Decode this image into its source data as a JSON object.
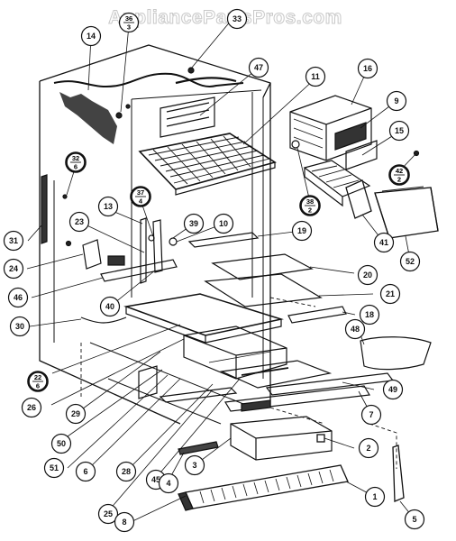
{
  "watermark": "AppliancePartsPros.com",
  "callouts": [
    {
      "id": "c-14",
      "label": "14",
      "style": "outline"
    },
    {
      "id": "c-36-3",
      "label": "36",
      "sub": "3",
      "style": "outline"
    },
    {
      "id": "c-33",
      "label": "33",
      "style": "outline"
    },
    {
      "id": "c-47",
      "label": "47",
      "style": "outline"
    },
    {
      "id": "c-11",
      "label": "11",
      "style": "outline"
    },
    {
      "id": "c-16",
      "label": "16",
      "style": "outline"
    },
    {
      "id": "c-9",
      "label": "9",
      "style": "outline"
    },
    {
      "id": "c-15",
      "label": "15",
      "style": "outline"
    },
    {
      "id": "c-32-6",
      "label": "32",
      "sub": "6",
      "style": "filled"
    },
    {
      "id": "c-42-2",
      "label": "42",
      "sub": "2",
      "style": "filled"
    },
    {
      "id": "c-38-2",
      "label": "38",
      "sub": "2",
      "style": "filled"
    },
    {
      "id": "c-37-4",
      "label": "37",
      "sub": "4",
      "style": "filled"
    },
    {
      "id": "c-13",
      "label": "13",
      "style": "outline"
    },
    {
      "id": "c-39",
      "label": "39",
      "style": "outline"
    },
    {
      "id": "c-10",
      "label": "10",
      "style": "outline"
    },
    {
      "id": "c-19",
      "label": "19",
      "style": "outline"
    },
    {
      "id": "c-41",
      "label": "41",
      "style": "outline"
    },
    {
      "id": "c-52",
      "label": "52",
      "style": "outline"
    },
    {
      "id": "c-23",
      "label": "23",
      "style": "outline"
    },
    {
      "id": "c-31",
      "label": "31",
      "style": "outline"
    },
    {
      "id": "c-24",
      "label": "24",
      "style": "outline"
    },
    {
      "id": "c-20",
      "label": "20",
      "style": "outline"
    },
    {
      "id": "c-46",
      "label": "46",
      "style": "outline"
    },
    {
      "id": "c-21",
      "label": "21",
      "style": "outline"
    },
    {
      "id": "c-40",
      "label": "40",
      "style": "outline"
    },
    {
      "id": "c-30",
      "label": "30",
      "style": "outline"
    },
    {
      "id": "c-18",
      "label": "18",
      "style": "outline"
    },
    {
      "id": "c-48",
      "label": "48",
      "style": "outline"
    },
    {
      "id": "c-22-6",
      "label": "22",
      "sub": "6",
      "style": "filled"
    },
    {
      "id": "c-26",
      "label": "26",
      "style": "outline"
    },
    {
      "id": "c-29",
      "label": "29",
      "style": "outline"
    },
    {
      "id": "c-49",
      "label": "49",
      "style": "outline"
    },
    {
      "id": "c-50",
      "label": "50",
      "style": "outline"
    },
    {
      "id": "c-7",
      "label": "7",
      "style": "outline"
    },
    {
      "id": "c-51",
      "label": "51",
      "style": "outline"
    },
    {
      "id": "c-6",
      "label": "6",
      "style": "outline"
    },
    {
      "id": "c-28",
      "label": "28",
      "style": "outline"
    },
    {
      "id": "c-45",
      "label": "45",
      "style": "outline"
    },
    {
      "id": "c-2",
      "label": "2",
      "style": "outline"
    },
    {
      "id": "c-3",
      "label": "3",
      "style": "outline"
    },
    {
      "id": "c-4",
      "label": "4",
      "style": "outline"
    },
    {
      "id": "c-25",
      "label": "25",
      "style": "outline"
    },
    {
      "id": "c-1",
      "label": "1",
      "style": "outline"
    },
    {
      "id": "c-8",
      "label": "8",
      "style": "outline"
    },
    {
      "id": "c-5",
      "label": "5",
      "style": "outline"
    }
  ]
}
